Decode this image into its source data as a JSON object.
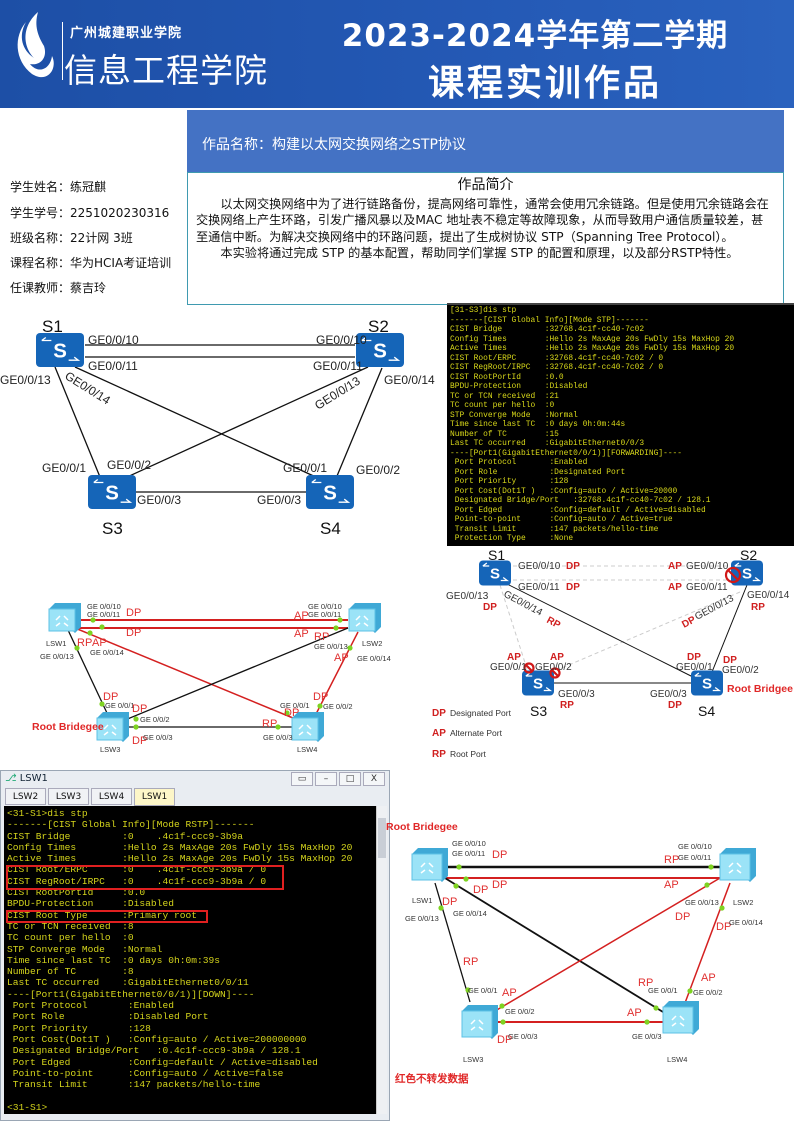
{
  "header": {
    "school_small": "广州城建职业学院",
    "school_big": "信息工程学院",
    "title_line1": "2023-2024学年第二学期",
    "title_line2": "课程实训作品",
    "brand_color": "#1d4fa6"
  },
  "work": {
    "name": "作品名称：构建以太网交换网络之STP协议",
    "intro_title": "作品简介",
    "intro_p1": "以太网交换网络中为了进行链路备份，提高网络可靠性，通常会使用冗余链路。但是使用冗余链路会在交换网络上产生环路，引发广播风暴以及MAC 地址表不稳定等故障现象，从而导致用户通信质量较差，甚至通信中断。为解决交换网络中的环路问题，提出了生成树协议 STP（Spanning Tree Protocol）。",
    "intro_p2": "本实验将通过完成 STP 的基本配置，帮助同学们掌握 STP 的配置和原理，以及部分RSTP特性。"
  },
  "student": {
    "name": "学生姓名：练冠麒",
    "id": "学生学号：2251020230316",
    "class": "班级名称：22计网 3班",
    "course": "课程名称：华为HCIA考证培训",
    "teacher": "任课教师：蔡吉玲"
  },
  "terminal_s3": {
    "lines": [
      "[31-S3]dis stp",
      "-------[CIST Global Info][Mode STP]-------",
      "CIST Bridge         :32768.4c1f-cc40-7c02",
      "Config Times        :Hello 2s MaxAge 20s FwDly 15s MaxHop 20",
      "Active Times        :Hello 2s MaxAge 20s FwDly 15s MaxHop 20",
      "CIST Root/ERPC      :32768.4c1f-cc40-7c02 / 0",
      "CIST RegRoot/IRPC   :32768.4c1f-cc40-7c02 / 0",
      "CIST RootPortId     :0.0",
      "BPDU-Protection     :Disabled",
      "TC or TCN received  :21",
      "TC count per hello  :0",
      "STP Converge Mode   :Normal",
      "Time since last TC  :0 days 0h:0m:44s",
      "Number of TC        :15",
      "Last TC occurred    :GigabitEthernet0/0/3",
      "----[Port1(GigabitEthernet0/0/1)][FORWARDING]----",
      " Port Protocol       :Enabled",
      " Port Role           :Designated Port",
      " Port Priority       :128",
      " Port Cost(Dot1T )   :Config=auto / Active=20000",
      " Designated Bridge/Port   :32768.4c1f-cc40-7c02 / 128.1",
      " Port Edged          :Config=default / Active=disabled",
      " Point-to-point      :Config=auto / Active=true",
      " Transit Limit       :147 packets/hello-time",
      " Protection Type     :None"
    ]
  },
  "terminal_window": {
    "title": "LSW1",
    "controls": [
      "▭",
      "–",
      "□",
      "X"
    ],
    "tabs": [
      "LSW2",
      "LSW3",
      "LSW4",
      "LSW1"
    ],
    "active_tab": "LSW1",
    "lines": [
      "<31-S1>dis stp",
      "-------[CIST Global Info][Mode RSTP]-------",
      "CIST Bridge         :0    .4c1f-ccc9-3b9a",
      "Config Times        :Hello 2s MaxAge 20s FwDly 15s MaxHop 20",
      "Active Times        :Hello 2s MaxAge 20s FwDly 15s MaxHop 20",
      "CIST Root/ERPC      :0    .4c1f-ccc9-3b9a / 0",
      "CIST RegRoot/IRPC   :0    .4c1f-ccc9-3b9a / 0",
      "CIST RootPortId     :0.0",
      "BPDU-Protection     :Disabled",
      "CIST Root Type      :Primary root",
      "TC or TCN received  :8",
      "TC count per hello  :0",
      "STP Converge Mode   :Normal",
      "Time since last TC  :0 days 0h:0m:39s",
      "Number of TC        :8",
      "Last TC occurred    :GigabitEthernet0/0/11",
      "----[Port1(GigabitEthernet0/0/1)][DOWN]----",
      " Port Protocol       :Enabled",
      " Port Role           :Disabled Port",
      " Port Priority       :128",
      " Port Cost(Dot1T )   :Config=auto / Active=200000000",
      " Designated Bridge/Port   :0.4c1f-ccc9-3b9a / 128.1",
      " Port Edged          :Config=default / Active=disabled",
      " Point-to-point      :Config=auto / Active=false",
      " Transit Limit       :147 packets/hello-time",
      "",
      "<31-S1>"
    ]
  },
  "diagrams": {
    "topo1": {
      "labels": [
        "S1",
        "S2",
        "S3",
        "S4",
        "GE0/0/10",
        "GE0/0/11",
        "GE0/0/10",
        "GE0/0/11",
        "GE0/0/13",
        "GE0/0/14",
        "GE0/0/13",
        "GE0/0/14",
        "GE0/0/1",
        "GE0/0/2",
        "GE0/0/3",
        "GE0/0/1",
        "GE0/0/2",
        "GE0/0/3"
      ]
    },
    "topo3": {
      "labels": [
        "S1",
        "S2",
        "S3",
        "S4",
        "GE0/0/10",
        "DP",
        "GE0/0/11",
        "DP",
        "AP",
        "GE0/0/10",
        "AP",
        "GE0/0/11",
        "GE0/0/13",
        "DP",
        "GE0/0/14",
        "RP",
        "DP",
        "GE0/0/13",
        "GE0/0/14",
        "RP",
        "AP",
        "GE0/0/1",
        "AP",
        "GE0/0/2",
        "GE0/0/3",
        "RP",
        "DP",
        "GE0/0/1",
        "DP",
        "GE0/0/2",
        "GE0/0/3",
        "DP",
        "Root Bridgee",
        "DP",
        "Designated Port",
        "AP",
        "Alternate Port",
        "RP",
        "Root Port"
      ]
    },
    "topo4": {
      "labels": [
        "GE 0/0/10",
        "GE 0/0/11",
        "DP",
        "DP",
        "GE 0/0/10",
        "GE 0/0/11",
        "AP",
        "AP",
        "LSW1",
        "RP",
        "AP",
        "GE 0/0/14",
        "GE 0/0/13",
        "RP",
        "GE 0/0/13",
        "LSW2",
        "AP",
        "GE 0/0/14",
        "DP",
        "GE 0/0/1",
        "DP",
        "GE 0/0/2",
        "Root Bridegee",
        "DP",
        "GE 0/0/3",
        "LSW3",
        "DP",
        "GE 0/0/2",
        "GE 0/0/1",
        "DP",
        "RP",
        "GE 0/0/3",
        "LSW4"
      ]
    },
    "topo6": {
      "labels": [
        "Root Bridegee",
        "GE 0/0/10",
        "GE 0/0/11",
        "DP",
        "DP",
        "DP",
        "GE 0/0/10",
        "GE 0/0/11",
        "RP",
        "AP",
        "LSW1",
        "DP",
        "GE 0/0/13",
        "GE 0/0/14",
        "GE 0/0/13",
        "LSW2",
        "DP",
        "DP",
        "GE 0/0/14",
        "RP",
        "GE 0/0/1",
        "AP",
        "GE 0/0/2",
        "DP",
        "GE 0/0/3",
        "LSW3",
        "RP",
        "GE 0/0/1",
        "AP",
        "GE 0/0/2",
        "AP",
        "GE 0/0/3",
        "LSW4",
        "红色不转发数据"
      ]
    }
  },
  "colors": {
    "link_blocked": "#d42020",
    "link_active": "#111111",
    "switch_blue": "#1565b8",
    "switch_cyan": "#8fdcf2",
    "terminal_text": "#d8d81a"
  }
}
